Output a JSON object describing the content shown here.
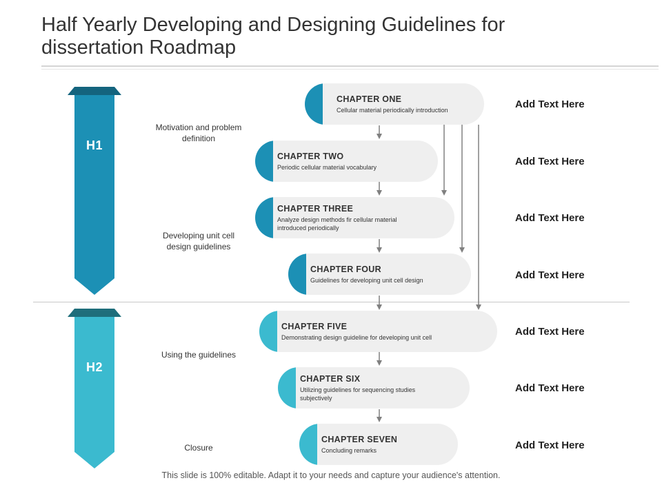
{
  "title": "Half Yearly Developing and Designing Guidelines for dissertation Roadmap",
  "halves": [
    {
      "label": "H1",
      "color": "#1c90b5",
      "top_color": "#14647e"
    },
    {
      "label": "H2",
      "color": "#3bbacf",
      "top_color": "#1f6e7b"
    }
  ],
  "stages": [
    "Motivation and problem definition",
    "Developing unit cell design guidelines",
    "Using the guidelines",
    "Closure"
  ],
  "chapters": [
    {
      "title": "CHAPTER ONE",
      "desc": "Cellular material periodically introduction"
    },
    {
      "title": "CHAPTER TWO",
      "desc": "Periodic cellular material vocabulary"
    },
    {
      "title": "CHAPTER THREE",
      "desc": "Analyze design methods fir cellular material introduced periodically"
    },
    {
      "title": "CHAPTER FOUR",
      "desc": "Guidelines for developing unit cell design"
    },
    {
      "title": "CHAPTER FIVE",
      "desc": "Demonstrating design guideline for developing unit cell"
    },
    {
      "title": "CHAPTER SIX",
      "desc": "Utilizing guidelines for sequencing studies subjectively"
    },
    {
      "title": "CHAPTER SEVEN",
      "desc": "Concluding remarks"
    }
  ],
  "add_text": [
    "Add Text Here",
    "Add Text Here",
    "Add Text Here",
    "Add Text Here",
    "Add Text Here",
    "Add Text Here",
    "Add Text Here"
  ],
  "footer": "This slide is 100% editable. Adapt it to your needs and capture your audience's attention.",
  "colors": {
    "accent_dark": "#1c90b5",
    "accent_light": "#3bbacf",
    "pill_bg": "#efefef",
    "arrow": "#808080"
  }
}
